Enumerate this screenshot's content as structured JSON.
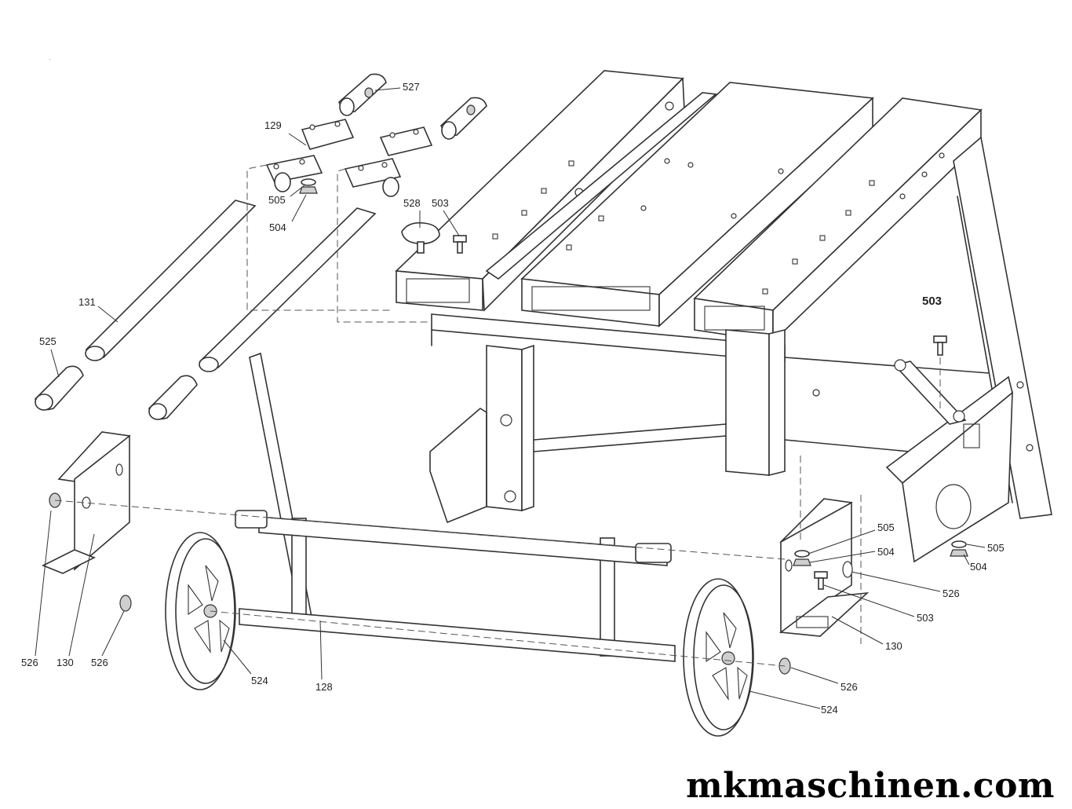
{
  "parts": {
    "p527": "527",
    "p129": "129",
    "p505_top": "505",
    "p504_top": "504",
    "p528": "528",
    "p503_top": "503",
    "p131": "131",
    "p525": "525",
    "p503_right": "503",
    "p505_mid": "505",
    "p504_mid": "504",
    "p505_right": "505",
    "p504_right": "504",
    "p526_mid": "526",
    "p503_low": "503",
    "p130_right": "130",
    "p526_left1": "526",
    "p130_left": "130",
    "p526_left2": "526",
    "p524_left": "524",
    "p128": "128",
    "p526_low": "526",
    "p524_right": "524"
  },
  "watermark": "mkmaschinen.com",
  "colors": {
    "line": "#333333",
    "background": "#ffffff"
  }
}
